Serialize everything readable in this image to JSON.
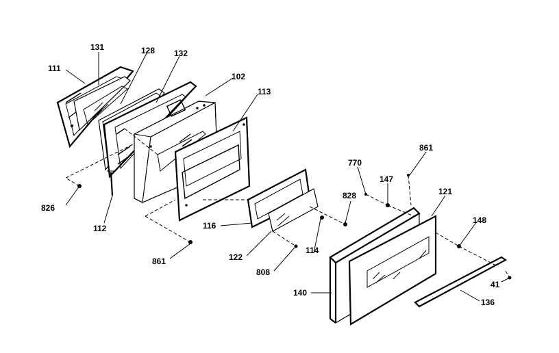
{
  "labels": {
    "p111": "111",
    "p131": "131",
    "p128": "128",
    "p132": "132",
    "p102": "102",
    "p113": "113",
    "p826": "826",
    "p112": "112",
    "p116": "116",
    "p122": "122",
    "p861a": "861",
    "p808": "808",
    "p114": "114",
    "p828": "828",
    "p770": "770",
    "p147": "147",
    "p861b": "861",
    "p121": "121",
    "p148": "148",
    "p140": "140",
    "p136": "136",
    "p41": "41"
  }
}
